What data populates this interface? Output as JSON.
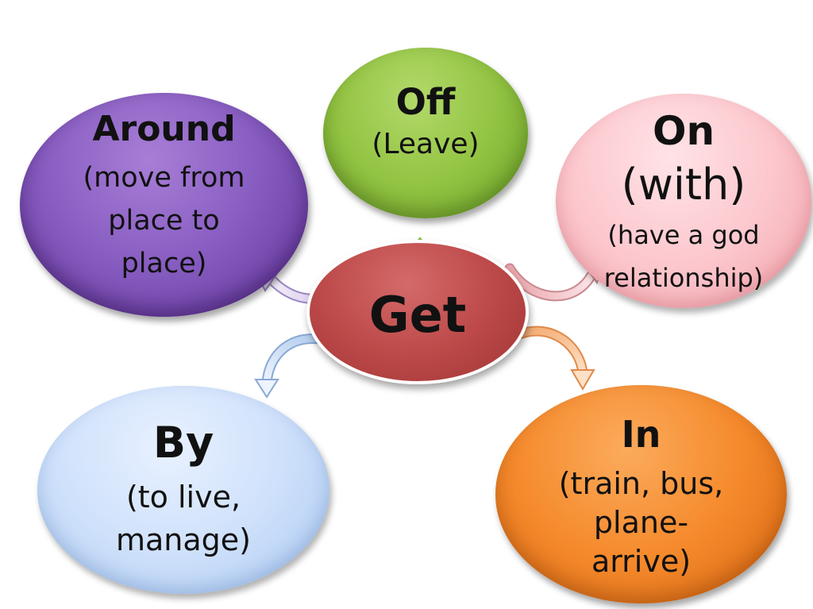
{
  "center": {
    "label": "Get"
  },
  "nodes": {
    "around": {
      "label": "Around",
      "lines": [
        "(move from",
        "place to",
        "place)"
      ]
    },
    "off": {
      "label": "Off",
      "lines": [
        "(Leave)"
      ]
    },
    "on": {
      "label": "On",
      "sub": "(with)",
      "lines": [
        "(have a god",
        "relationship)"
      ]
    },
    "by": {
      "label": "By",
      "lines": [
        "(to live,",
        "manage)"
      ]
    },
    "in": {
      "label": "In",
      "lines": [
        "(train, bus,",
        "plane-",
        "arrive)"
      ]
    }
  },
  "colors": {
    "around": "#8a5fc3",
    "off": "#93c443",
    "on": "#fcc8ce",
    "get": "#be4a4a",
    "by": "#cfe1fb",
    "in": "#f58a2c"
  }
}
